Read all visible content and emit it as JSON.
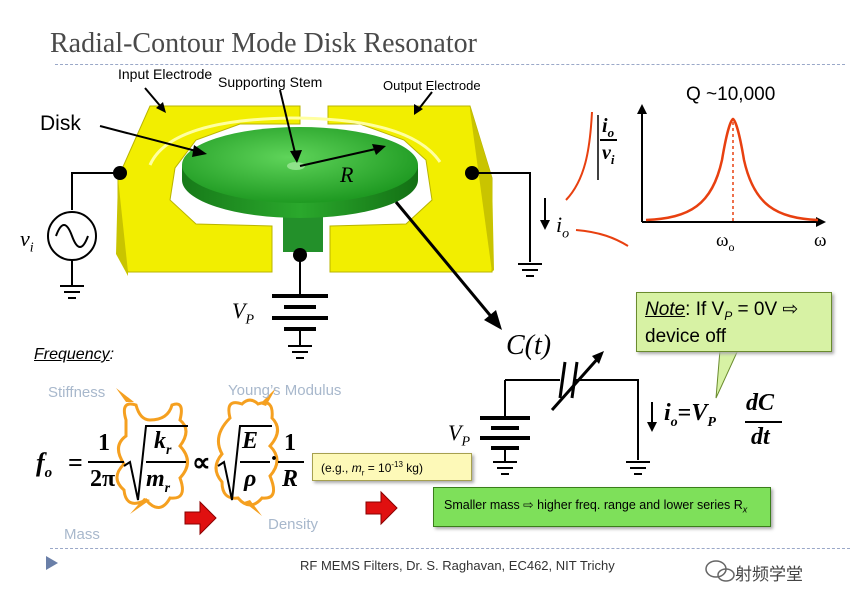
{
  "title": "Radial-Contour Mode Disk Resonator",
  "labels": {
    "input_electrode": "Input Electrode",
    "supporting_stem": "Supporting Stem",
    "output_electrode": "Output Electrode",
    "disk": "Disk",
    "radius": "R",
    "vi": "v",
    "vi_sub": "i",
    "io": "i",
    "io_sub": "o",
    "vp": "V",
    "vp_sub": "P",
    "ct": "C(t)"
  },
  "plot": {
    "q_label": "Q ~10,000",
    "y_num": "i",
    "y_num_sub": "o",
    "y_den": "v",
    "y_den_sub": "i",
    "x_tick": "ω",
    "x_tick_sub": "o",
    "x_label": "ω"
  },
  "note": {
    "prefix": "Note",
    "text1": ": If V",
    "sub": "P",
    "text2": " = 0V ⇨",
    "line2": "device off"
  },
  "frequency": {
    "heading": "Frequency",
    "colon": ":",
    "stiffness": "Stiffness",
    "youngs": "Young’s Modulus",
    "mass": "Mass",
    "density": "Density"
  },
  "formula": {
    "f": "f",
    "f_sub": "o",
    "eq": "=",
    "one": "1",
    "two_pi": "2π",
    "k": "k",
    "k_sub": "r",
    "m": "m",
    "m_sub": "r",
    "prop": "∝",
    "E": "E",
    "rho": "ρ",
    "dot": "·",
    "R": "R"
  },
  "current_eq": {
    "lhs": "i",
    "lhs_sub": "o",
    "eq": "=",
    "V": "V",
    "V_sub": "P",
    "dC": "dC",
    "dt": "dt"
  },
  "example_box": {
    "prefix": "(e.g., ",
    "m": "m",
    "m_sub": "r",
    "mid": " = 10",
    "exp": "-13",
    "suffix": " kg)"
  },
  "mass_box": {
    "text": "Smaller mass ⇨ higher freq. range and lower series R",
    "sub": "x"
  },
  "footer": "RF MEMS Filters, Dr. S. Raghavan, EC462, NIT Trichy",
  "watermark": "射频学堂",
  "colors": {
    "electrode": "#f2ee00",
    "disk": "#2fae2f",
    "curve": "#e84010",
    "note_bg": "#d7f2a4",
    "arrow_red": "#e01010"
  }
}
